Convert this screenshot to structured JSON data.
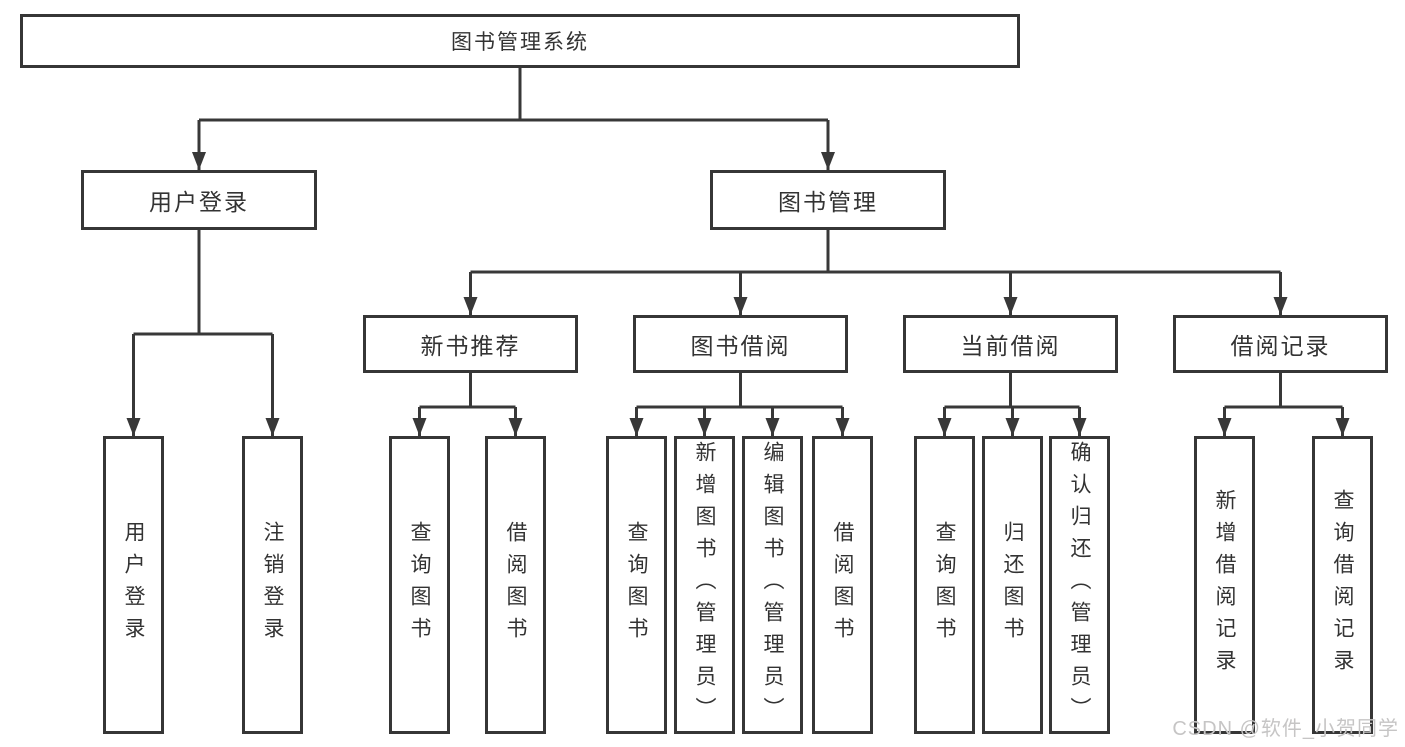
{
  "tree": {
    "label": "图书管理系统",
    "children": [
      {
        "label": "用户登录",
        "children": [
          {
            "label": "用户登录"
          },
          {
            "label": "注销登录"
          }
        ]
      },
      {
        "label": "图书管理",
        "children": [
          {
            "label": "新书推荐",
            "children": [
              {
                "label": "查询图书"
              },
              {
                "label": "借阅图书"
              }
            ]
          },
          {
            "label": "图书借阅",
            "children": [
              {
                "label": "查询图书"
              },
              {
                "label": "新增图书（管理员）"
              },
              {
                "label": "编辑图书（管理员）"
              },
              {
                "label": "借阅图书"
              }
            ]
          },
          {
            "label": "当前借阅",
            "children": [
              {
                "label": "查询图书"
              },
              {
                "label": "归还图书"
              },
              {
                "label": "确认归还（管理员）"
              }
            ]
          },
          {
            "label": "借阅记录",
            "children": [
              {
                "label": "新增借阅记录"
              },
              {
                "label": "查询借阅记录"
              }
            ]
          }
        ]
      }
    ]
  },
  "watermark": "CSDN @软件_小贺同学",
  "colors": {
    "line": "#383838",
    "text": "#333333",
    "watermark": "#c6c5c5",
    "background": "#ffffff"
  }
}
